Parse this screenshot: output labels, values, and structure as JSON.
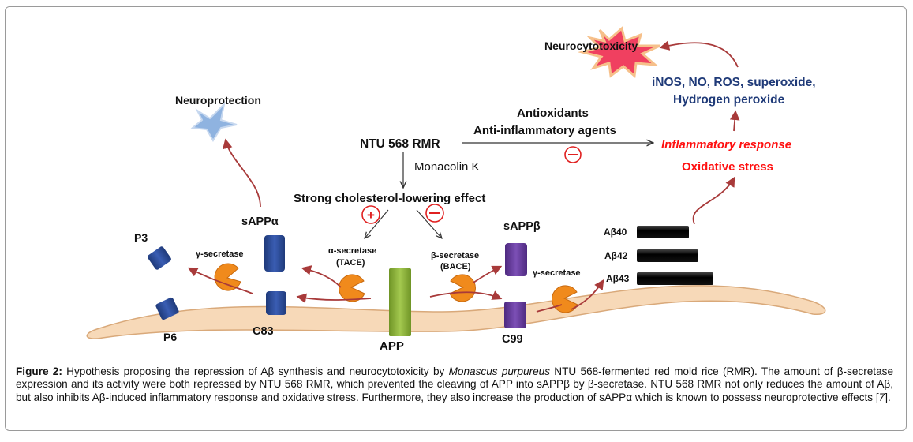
{
  "diagram": {
    "top": {
      "neurocytotoxicity": "Neurocytotoxicity",
      "inos_line1": "iNOS, NO, ROS, superoxide,",
      "inos_line2": "Hydrogen peroxide",
      "neuroprotection": "Neuroprotection",
      "antioxidants": "Antioxidants",
      "anti_inflammatory": "Anti-inflammatory agents",
      "ntu": "NTU 568 RMR",
      "monacolin": "Monacolin K",
      "inflammatory": "Inflammatory response",
      "oxidative": "Oxidative stress",
      "cholesterol": "Strong cholesterol-lowering effect"
    },
    "signs": {
      "plus": "+",
      "minus": "−"
    },
    "labels": {
      "sappa": "sAPPα",
      "sappb": "sAPPβ",
      "p3": "P3",
      "p6": "P6",
      "c83": "C83",
      "app": "APP",
      "c99": "C99",
      "gamma_left": "γ-secretase",
      "gamma_right": "γ-secretase",
      "alpha_line1": "α-secretase",
      "alpha_line2": "(TACE)",
      "beta_line1": "β-secretase",
      "beta_line2": "(BACE)"
    },
    "abeta": [
      {
        "label": "Aβ40"
      },
      {
        "label": "Aβ42"
      },
      {
        "label": "Aβ43"
      }
    ],
    "colors": {
      "membrane": "#f7d9b8",
      "membrane_edge": "#d9a97a",
      "blue_block": "#2f4f9f",
      "purple_block": "#6b3fa0",
      "app_green": "#8cb33a",
      "secretase_orange": "#f08a1c",
      "arrow_red": "#a83a3a",
      "star_blue": "#8fb3e0",
      "burst": "#f04060"
    }
  },
  "caption": {
    "label": "Figure 2:",
    "part1": " Hypothesis proposing the repression of Aβ synthesis and neurocytotoxicity by ",
    "species": "Monascus purpureus",
    "part2": " NTU 568-fermented red mold rice (RMR). The amount of β-secretase expression and its activity were both repressed by NTU 568 RMR, which prevented the cleaving of APP into sAPPβ by β-secretase. NTU 568 RMR not only reduces the amount of Aβ, but also inhibits Aβ-induced inflammatory response and oxidative stress. Furthermore, they also increase the production of sAPPα which is known to possess neuroprotective effects [",
    "ref": "7",
    "part3": "]."
  }
}
